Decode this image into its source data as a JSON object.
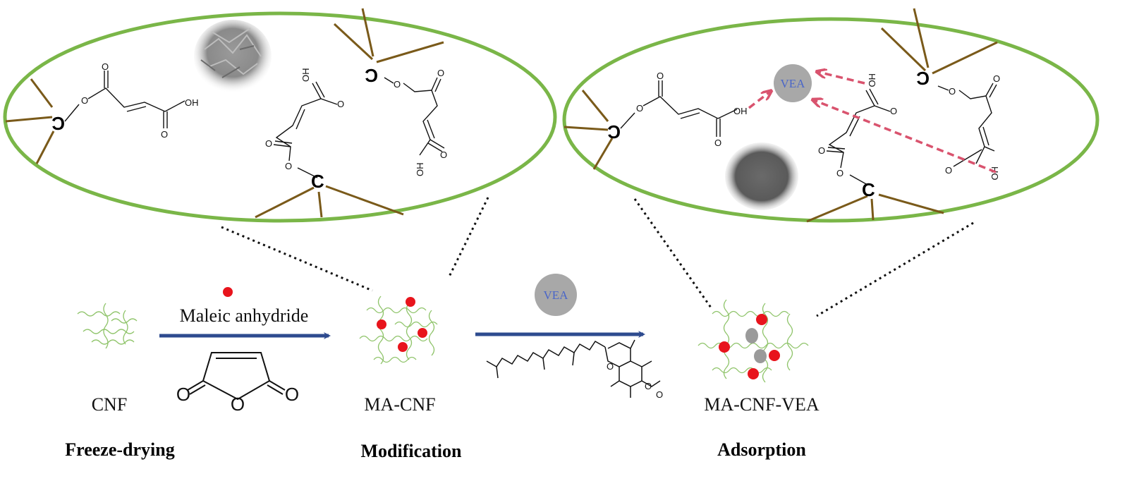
{
  "labels": {
    "reagent": "Maleic anhydride",
    "cnf": "CNF",
    "ma_cnf": "MA-CNF",
    "ma_cnf_vea": "MA-CNF-VEA",
    "vea": "VEA"
  },
  "steps": {
    "freeze_drying": "Freeze-drying",
    "modification": "Modification",
    "adsorption": "Adsorption"
  },
  "chem": {
    "carbon": "C",
    "oxygen": "O",
    "hydroxyl": "OH",
    "hydroxyl_flipped": "HO"
  },
  "colors": {
    "ellipse": "#7ab648",
    "fiber": "#8fc46a",
    "dot": "#e8141c",
    "arrow": "#2e4b8f",
    "interaction_arrow": "#d9536e",
    "vea_circle": "#a8a8a8",
    "vea_text": "#4a66c8",
    "chain_line": "#7a5a1a"
  }
}
